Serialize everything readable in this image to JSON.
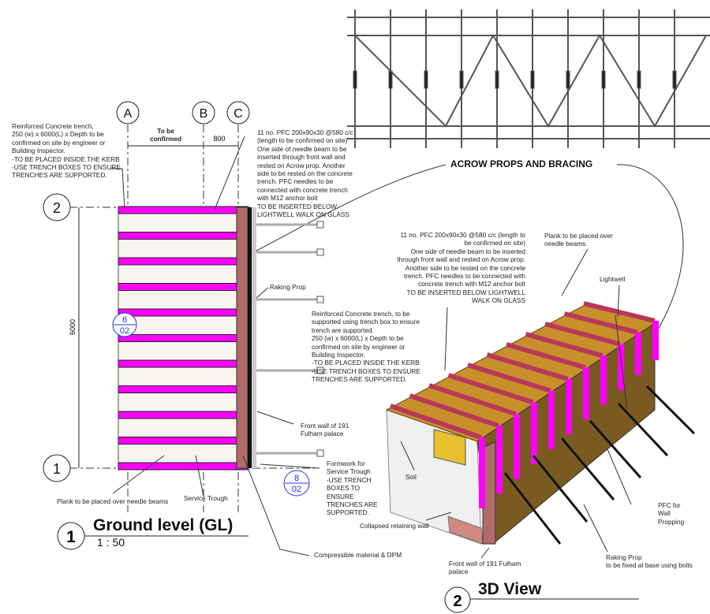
{
  "plan": {
    "grid_labels": [
      "A",
      "B",
      "C"
    ],
    "row_labels": [
      "2",
      "1"
    ],
    "dim_to_be_confirmed": "To be\nconfirmed",
    "dim_800": "800",
    "dim_6000": "6000",
    "section_ref_1": {
      "num": "6",
      "sheet": "02"
    },
    "section_ref_2": {
      "num": "8",
      "sheet": "02"
    },
    "note_trench": "Reinforced Concrete trench,\n250 (w) x 6000(L) x Depth to be\nconfirmed on site by engineer or\nBuilding Inspector.\n-TO BE PLACED INSIDE THE KERB\n-USE TRENCH BOXES TO ENSURE\nTRENCHES ARE SUPPORTED.",
    "note_pfc": "11 no. PFC 200x90x30 @580 c/c\n(length to be confirmed on site)\nOne side of needle beam to be\ninserted through front wall and\nrested on Acrow prop. Another\nside to be rested on the concrete\ntrench. PFC needles to be\nconnected with concrete trench\nwith M12 anchor bolt\nTO BE INSERTED BELOW\nLIGHTWELL WALK ON GLASS",
    "note_raking": "Raking Prop",
    "note_front_wall": "Front wall of 191\nFulham palace",
    "note_formwork": "Formwork for\nService Trough\n-USE TRENCH\nBOXES TO\nENSURE\nTRENCHES ARE\nSUPPORTED.",
    "note_plank": "Plank to be placed over needle beams",
    "note_service_trough": "Service Trough",
    "note_compressible": "Compressible material & DPM",
    "view_number": "1",
    "view_title": "Ground level (GL)",
    "view_scale": "1 : 50"
  },
  "elevation": {
    "label": "ACROW PROPS AND BRACING"
  },
  "view3d": {
    "note_pfc": "11 no. PFC 200x90x30 @580 c/c (length to\nbe confirmed on site)\nOne side of needle beam to be inserted\nthrough front wall and rested on Acrow prop.\nAnother side to be rested on the concrete\ntrench. PFC needles to be connected with\nconcrete trench with M12 anchor bolt\nTO BE INSERTED BELOW LIGHTWELL\nWALK ON GLASS",
    "note_plank": "Plank to be placed over\nneedle beams.",
    "note_lightwell": "Lightwell",
    "note_trench": "Reinforced Concrete trench, to be\nsupported using trench box to ensure\ntrench are supported.\n250 (w) x 6000(L) x Depth to be\nconfirmed on site by engineer or\nBuilding Inspector.\n-TO BE PLACED INSIDE THE KERB\n-USE TRENCH BOXES TO ENSURE\nTRENCHES ARE SUPPORTED.",
    "note_soil": "Soil",
    "note_collapsed": "Collapsed retaining wall",
    "note_pfc_wall": "PFC for\nWall\nPropping",
    "note_raking": "Raking Prop\nto be fixed at base using bolts",
    "note_front_wall": "Front wall of 191 Fulham\npalace",
    "view_number": "2",
    "view_title": "3D View"
  },
  "colors": {
    "needle_beam": "#ff00ff",
    "wall": "#b06a6a",
    "plank": "#c8902a",
    "ref_blue": "#2233cc"
  }
}
